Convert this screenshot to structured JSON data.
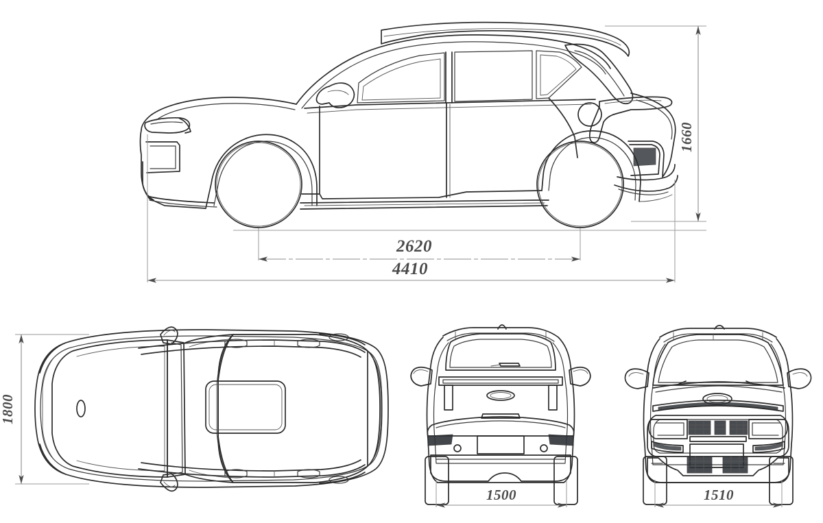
{
  "document": {
    "kind": "technical-blueprint",
    "subject": "compact SUV / crossover vehicle",
    "background_color": "#ffffff",
    "line_color": "#2b2b2b",
    "dimension_color": "#8d8d8d",
    "dimension_unit": "mm"
  },
  "views": {
    "side": {
      "label": "side-elevation-view",
      "orientation": "left profile, front at left"
    },
    "top": {
      "label": "top-plan-view",
      "orientation": "front at left"
    },
    "rear": {
      "label": "rear-elevation-view"
    },
    "front": {
      "label": "front-elevation-view"
    }
  },
  "dimensions": {
    "height": {
      "value": "1660",
      "name": "overall-height",
      "view": "side",
      "orientation": "vertical"
    },
    "wheelbase": {
      "value": "2620",
      "name": "wheelbase",
      "view": "side",
      "orientation": "horizontal"
    },
    "length": {
      "value": "4410",
      "name": "overall-length",
      "view": "side",
      "orientation": "horizontal"
    },
    "width": {
      "value": "1800",
      "name": "overall-width",
      "view": "top",
      "orientation": "vertical"
    },
    "rear_track": {
      "value": "1500",
      "name": "rear-track-width",
      "view": "rear",
      "orientation": "horizontal"
    },
    "front_track": {
      "value": "1510",
      "name": "front-track-width",
      "view": "front",
      "orientation": "horizontal"
    }
  }
}
